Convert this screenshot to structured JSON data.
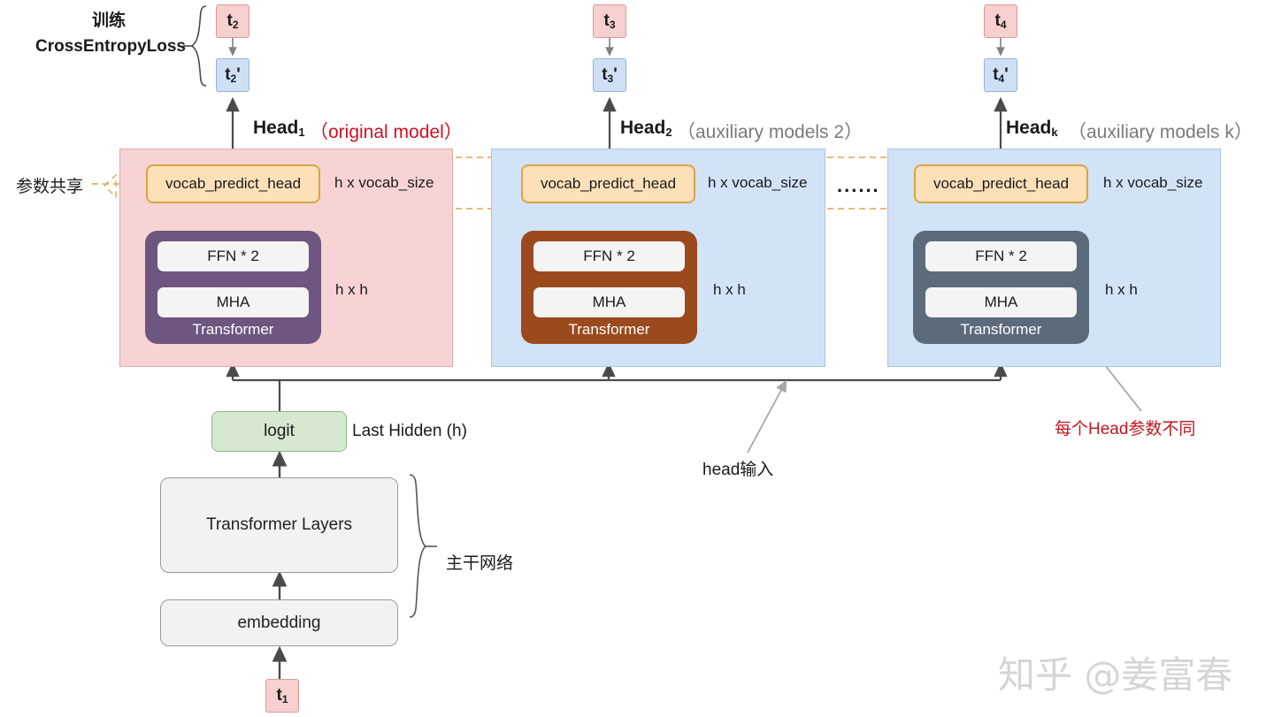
{
  "diagram": {
    "title_note_left": "训练",
    "loss_label": "CrossEntropyLoss",
    "param_share_label": "参数共享",
    "backbone_label": "主干网络",
    "head_input_label": "head输入",
    "per_head_note": "每个Head参数不同",
    "last_hidden_label": "Last Hidden (h)",
    "ellipsis": "......",
    "watermark": "知乎 @姜富春"
  },
  "tokens": {
    "target": [
      {
        "base": "t",
        "sub": "2"
      },
      {
        "base": "t",
        "sub": "3"
      },
      {
        "base": "t",
        "sub": "4"
      }
    ],
    "predicted": [
      {
        "base": "t",
        "sub": "2",
        "prime": "'"
      },
      {
        "base": "t",
        "sub": "3",
        "prime": "'"
      },
      {
        "base": "t",
        "sub": "4",
        "prime": "'"
      }
    ],
    "input": {
      "base": "t",
      "sub": "1"
    }
  },
  "heads": [
    {
      "name": "Head",
      "subscript": "1",
      "annotation": "（original model）",
      "annotation_style": "red",
      "vocab_label": "vocab_predict_head",
      "vocab_dim": "h x vocab_size",
      "transformer_caption": "Transformer",
      "ffn_label": "FFN * 2",
      "mha_label": "MHA",
      "transformer_dim": "h x h",
      "box_color": "#f8d3d3",
      "transformer_color": "#6d567f"
    },
    {
      "name": "Head",
      "subscript": "2",
      "annotation": "（auxiliary models 2）",
      "annotation_style": "grey",
      "vocab_label": "vocab_predict_head",
      "vocab_dim": "h x vocab_size",
      "transformer_caption": "Transformer",
      "ffn_label": "FFN * 2",
      "mha_label": "MHA",
      "transformer_dim": "h x h",
      "box_color": "#d2e3f7",
      "transformer_color": "#9b4a1e"
    },
    {
      "name": "Head",
      "subscript": "k",
      "annotation": "（auxiliary models k）",
      "annotation_style": "grey",
      "vocab_label": "vocab_predict_head",
      "vocab_dim": "h x vocab_size",
      "transformer_caption": "Transformer",
      "ffn_label": "FFN * 2",
      "mha_label": "MHA",
      "transformer_dim": "h x h",
      "box_color": "#d2e3f7",
      "transformer_color": "#5b6b7c"
    }
  ],
  "backbone": {
    "logit_label": "logit",
    "transformer_layers_label": "Transformer Layers",
    "embedding_label": "embedding"
  },
  "colors": {
    "accent_orange": "#d9a441",
    "accent_red": "#cf1020",
    "note_red": "#c0171f",
    "grey_text": "#7a7a7a",
    "arrow": "#4a4a4a"
  }
}
